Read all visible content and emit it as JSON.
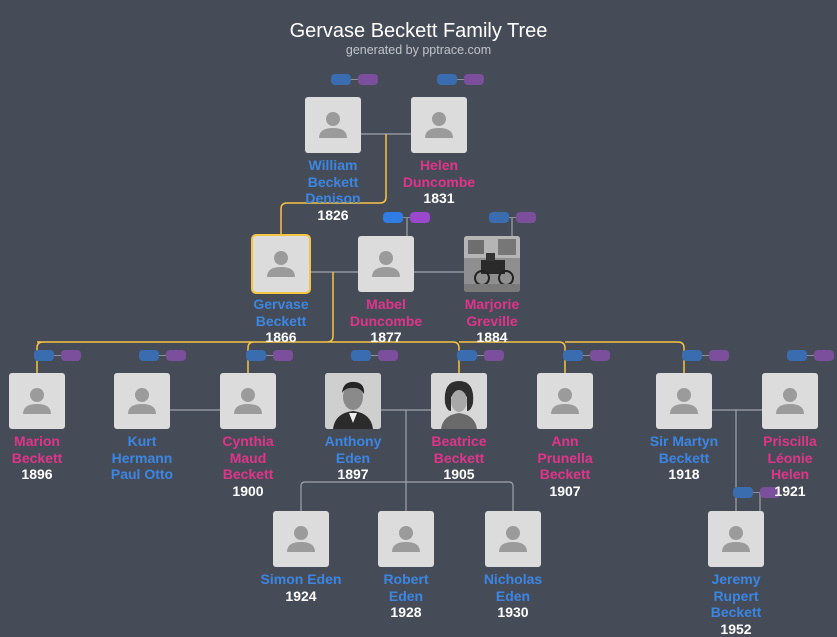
{
  "header": {
    "title": "Gervase Beckett Family Tree",
    "subtitle": "generated by pptrace.com"
  },
  "colors": {
    "male": "#3b86e3",
    "female": "#e0348b",
    "selected": "#f6c344",
    "line": "#9ea3ad",
    "background": "#464c57"
  },
  "people": [
    {
      "id": "william",
      "name_lines": [
        "William",
        "Beckett",
        "Denison"
      ],
      "year": "1826",
      "sex": "m"
    },
    {
      "id": "helen",
      "name_lines": [
        "Helen",
        "Duncombe"
      ],
      "year": "1831",
      "sex": "f"
    },
    {
      "id": "gervase",
      "name_lines": [
        "Gervase",
        "Beckett"
      ],
      "year": "1866",
      "sex": "m",
      "selected": true
    },
    {
      "id": "mabel",
      "name_lines": [
        "Mabel",
        "Duncombe"
      ],
      "year": "1877",
      "sex": "f"
    },
    {
      "id": "marjorie",
      "name_lines": [
        "Marjorie",
        "Greville"
      ],
      "year": "1884",
      "sex": "f",
      "photo": "carriage"
    },
    {
      "id": "marion",
      "name_lines": [
        "Marion",
        "Beckett"
      ],
      "year": "1896",
      "sex": "f"
    },
    {
      "id": "kurt",
      "name_lines": [
        "Kurt",
        "Hermann",
        "Paul Otto"
      ],
      "year": "",
      "sex": "m"
    },
    {
      "id": "cynthia",
      "name_lines": [
        "Cynthia",
        "Maud",
        "Beckett"
      ],
      "year": "1900",
      "sex": "f"
    },
    {
      "id": "anthony",
      "name_lines": [
        "Anthony",
        "Eden"
      ],
      "year": "1897",
      "sex": "m",
      "photo": "man"
    },
    {
      "id": "beatrice",
      "name_lines": [
        "Beatrice",
        "Beckett"
      ],
      "year": "1905",
      "sex": "f",
      "photo": "woman"
    },
    {
      "id": "ann",
      "name_lines": [
        "Ann",
        "Prunella",
        "Beckett"
      ],
      "year": "1907",
      "sex": "f"
    },
    {
      "id": "martyn",
      "name_lines": [
        "Sir Martyn",
        "Beckett"
      ],
      "year": "1918",
      "sex": "m"
    },
    {
      "id": "priscilla",
      "name_lines": [
        "Priscilla",
        "Léonie",
        "Helen"
      ],
      "year": "1921",
      "sex": "f"
    },
    {
      "id": "simon",
      "name_lines": [
        "Simon Eden"
      ],
      "year": "1924",
      "sex": "m"
    },
    {
      "id": "robert",
      "name_lines": [
        "Robert",
        "Eden"
      ],
      "year": "1928",
      "sex": "m"
    },
    {
      "id": "nicholas",
      "name_lines": [
        "Nicholas",
        "Eden"
      ],
      "year": "1930",
      "sex": "m"
    },
    {
      "id": "jeremy",
      "name_lines": [
        "Jeremy",
        "Rupert",
        "Beckett"
      ],
      "year": "1952",
      "sex": "m"
    }
  ],
  "relations": {
    "couples": [
      [
        "william",
        "helen"
      ],
      [
        "gervase",
        "mabel"
      ],
      [
        "mabel",
        "marjorie"
      ],
      [
        "kurt",
        "cynthia"
      ],
      [
        "anthony",
        "beatrice"
      ],
      [
        "martyn",
        "priscilla"
      ]
    ],
    "parent_child": [
      {
        "parents": [
          "william",
          "helen"
        ],
        "children": [
          "gervase"
        ]
      },
      {
        "parents": [
          "gervase",
          "mabel"
        ],
        "children": [
          "marion",
          "cynthia",
          "beatrice",
          "ann",
          "martyn"
        ]
      },
      {
        "parents": [
          "anthony",
          "beatrice"
        ],
        "children": [
          "simon",
          "robert",
          "nicholas"
        ]
      },
      {
        "parents": [
          "martyn",
          "priscilla"
        ],
        "children": [
          "jeremy"
        ]
      }
    ]
  }
}
